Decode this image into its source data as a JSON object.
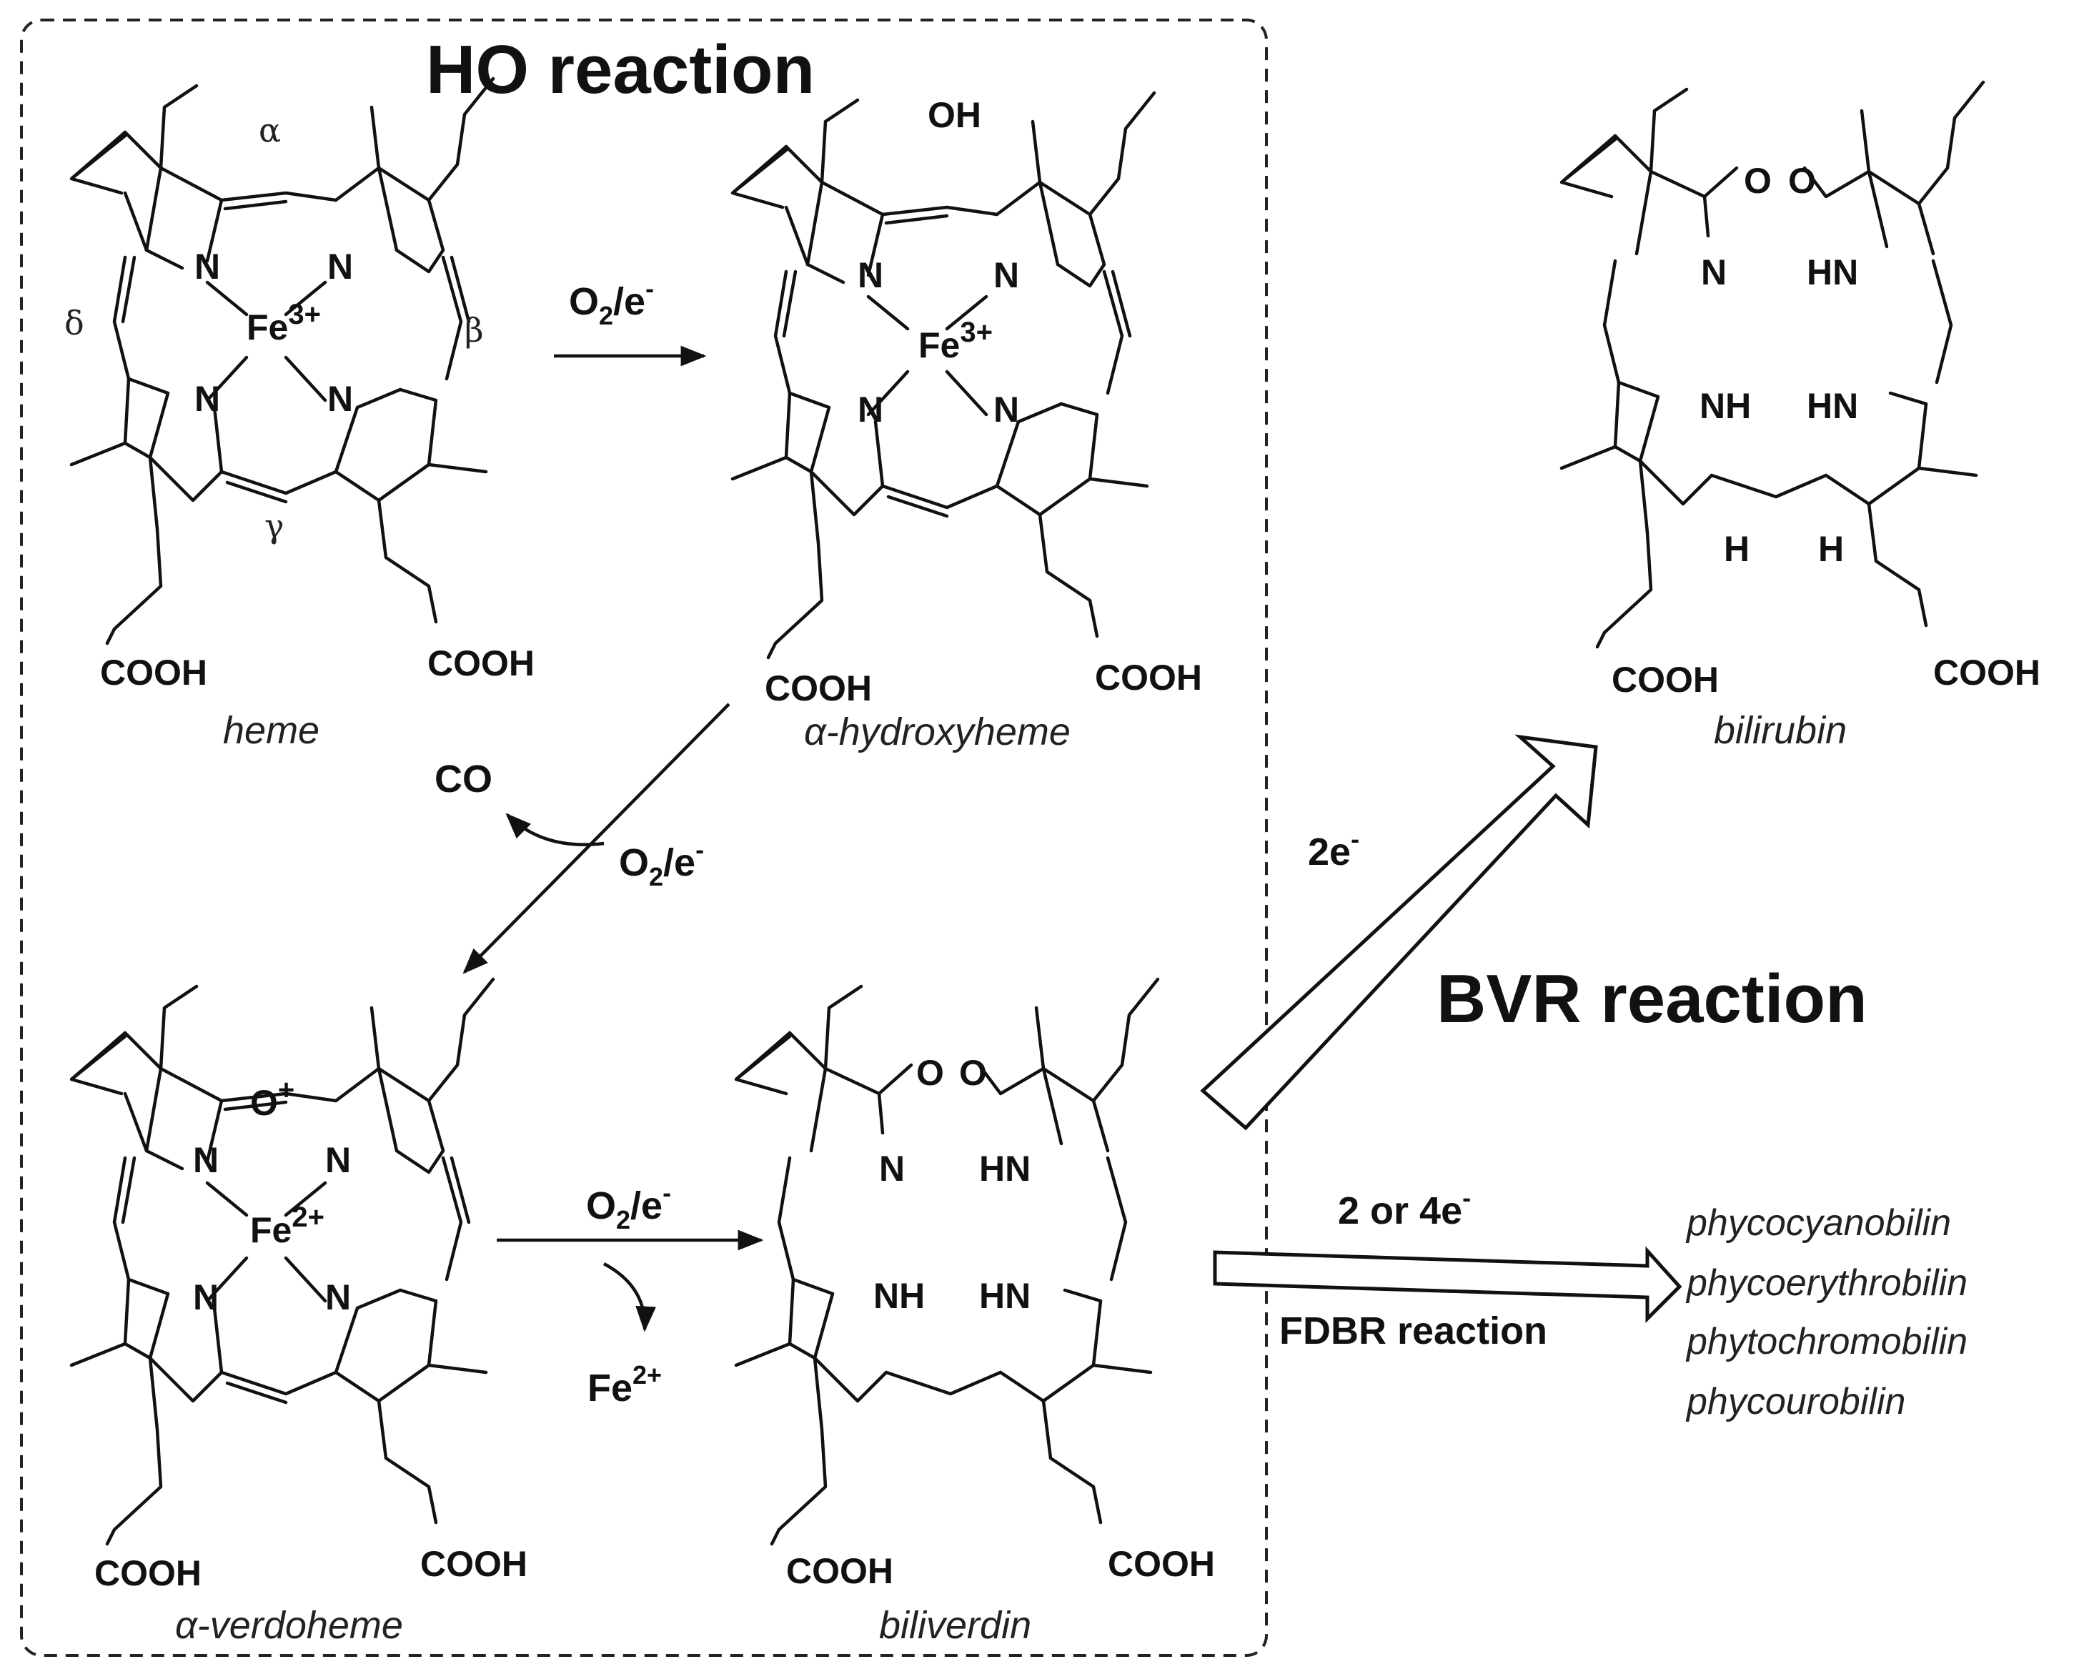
{
  "titles": {
    "ho_reaction": "HO reaction",
    "bvr_reaction": "BVR reaction"
  },
  "compounds": {
    "heme": "heme",
    "hydroxyheme": "α-hydroxyheme",
    "verdoheme": "α-verdoheme",
    "biliverdin": "biliverdin",
    "bilirubin": "bilirubin"
  },
  "greek": {
    "alpha": "α",
    "beta": "β",
    "gamma": "γ",
    "delta": "δ"
  },
  "atoms": {
    "N": "N",
    "NH": "NH",
    "HN": "HN",
    "H": "H",
    "O": "O",
    "OH": "OH",
    "COOH": "COOH",
    "Fe": "Fe",
    "fe3": "3+",
    "fe2": "2+",
    "oplus": "+"
  },
  "conditions": {
    "o2": "O",
    "o2_sub": "2",
    "o2_e": "/e",
    "minus": "-",
    "co": "CO",
    "fe2_label": "Fe",
    "fe2_sup": "2+",
    "two_e": "2e",
    "two_or_four_e": "2 or 4e",
    "fdbr_reaction": "FDBR reaction"
  },
  "products": [
    "phycocyanobilin",
    "phycoerythrobilin",
    "phytochromobilin",
    "phycourobilin"
  ],
  "colors": {
    "ink": "#111111",
    "box_dash": "#222222"
  }
}
